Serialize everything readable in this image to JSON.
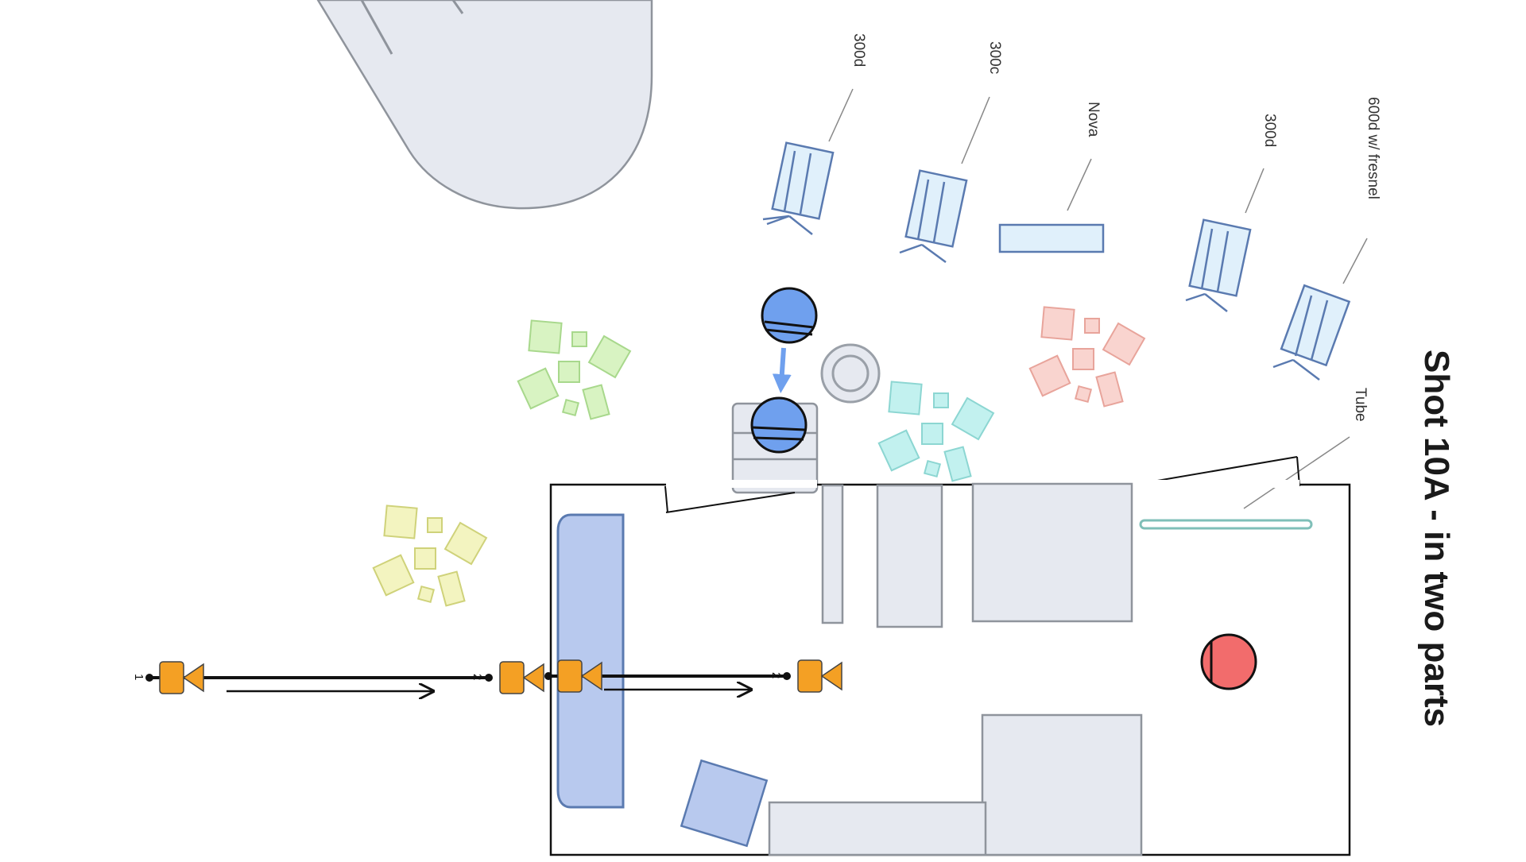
{
  "title": "Shot 10A - in two parts",
  "lights": [
    {
      "label": "300d"
    },
    {
      "label": "300c"
    },
    {
      "label": "Nova"
    },
    {
      "label": "300d"
    },
    {
      "label": "600d w/ fresnel"
    },
    {
      "label": "Tube"
    }
  ],
  "camera_marks": [
    "1",
    "2",
    "1",
    "2"
  ],
  "colors": {
    "set_fill": "#e6e9f0",
    "set_stroke": "#8f949c",
    "couch": "#b8c9ee",
    "actor_blue": "#6fa0ee",
    "actor_red": "#f26c6c",
    "camera": "#f4a024",
    "plants_green": "#d8f3c2",
    "plants_yellow": "#f3f4c0",
    "plants_cyan": "#c2f1ef",
    "plants_pink": "#f9d4cf",
    "tube": "#7fbfb8",
    "light_fill": "#e0f0fb",
    "light_stroke": "#5a7ab0"
  },
  "icons": [
    "camera-icon",
    "actor-icon",
    "light-icon",
    "plant-icon",
    "arrow-icon"
  ]
}
